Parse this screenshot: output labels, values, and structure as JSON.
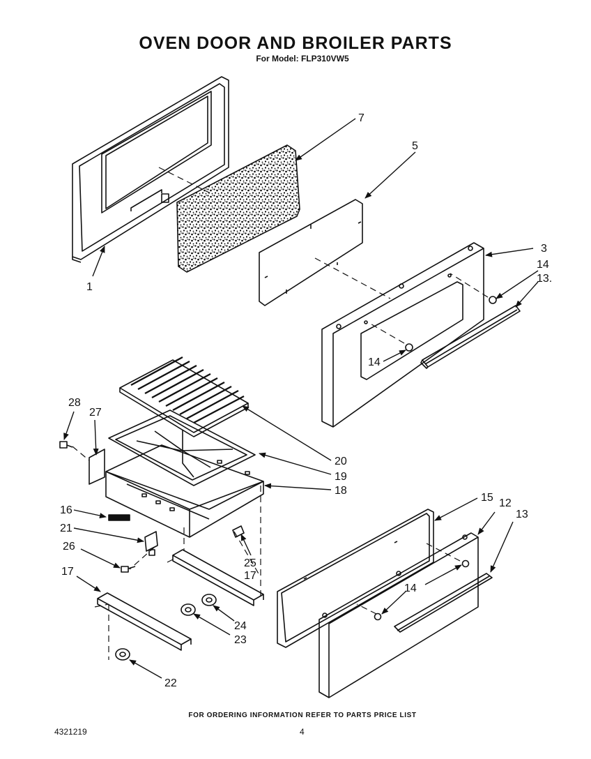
{
  "header": {
    "title": "OVEN DOOR AND BROILER PARTS",
    "subtitle": "For Model: FLP310VW5"
  },
  "callouts": [
    {
      "id": "1",
      "label": "1"
    },
    {
      "id": "7",
      "label": "7"
    },
    {
      "id": "5",
      "label": "5"
    },
    {
      "id": "3",
      "label": "3"
    },
    {
      "id": "14a",
      "label": "14"
    },
    {
      "id": "13a",
      "label": "13."
    },
    {
      "id": "14b",
      "label": "14"
    },
    {
      "id": "28",
      "label": "28"
    },
    {
      "id": "27",
      "label": "27"
    },
    {
      "id": "20",
      "label": "20"
    },
    {
      "id": "19",
      "label": "19"
    },
    {
      "id": "18",
      "label": "18"
    },
    {
      "id": "16",
      "label": "16"
    },
    {
      "id": "21",
      "label": "21"
    },
    {
      "id": "26",
      "label": "26"
    },
    {
      "id": "25",
      "label": "25"
    },
    {
      "id": "17a",
      "label": "17"
    },
    {
      "id": "17b",
      "label": "17"
    },
    {
      "id": "24",
      "label": "24"
    },
    {
      "id": "23",
      "label": "23"
    },
    {
      "id": "22",
      "label": "22"
    },
    {
      "id": "15",
      "label": "15"
    },
    {
      "id": "12",
      "label": "12"
    },
    {
      "id": "13b",
      "label": "13"
    },
    {
      "id": "14c",
      "label": "14"
    }
  ],
  "footer": {
    "note": "FOR ORDERING INFORMATION REFER TO PARTS PRICE LIST",
    "document_number": "4321219",
    "page_number": "4"
  }
}
